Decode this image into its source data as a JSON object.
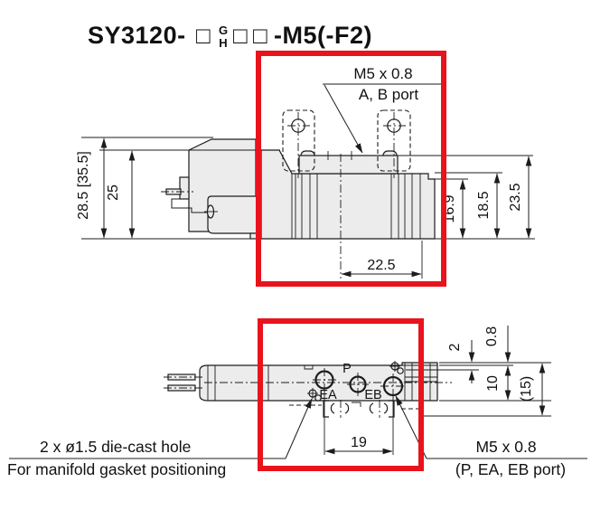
{
  "title": {
    "prefix": "SY3120-",
    "box": "□",
    "option_top": "G",
    "option_bottom": "H",
    "suffix": "-M5(-F2)"
  },
  "colors": {
    "highlight": "#e8131c",
    "body_fill": "#ececec",
    "line": "#1c1c1c"
  },
  "top_view": {
    "thread_label": "M5 x 0.8",
    "port_label": "A, B port",
    "dim_overall_height": "28.5 [35.5]",
    "dim_body_height": "25",
    "dim_port_a_height": "16.9",
    "dim_port_b_height": "18.5",
    "dim_top_height": "23.5",
    "dim_port_span": "22.5"
  },
  "bottom_view": {
    "label_p": "P",
    "label_ea": "EA",
    "label_eb": "EB",
    "dim_hole_offset": "2",
    "dim_lip": "0.8",
    "dim_body_width": "10",
    "dim_overall_width": "(15)",
    "dim_port_pitch": "19",
    "note_hole": "2 x ø1.5 die-cast hole",
    "note_gasket": "For manifold gasket positioning",
    "note_thread": "M5 x 0.8",
    "note_ports": "(P, EA, EB port)"
  }
}
